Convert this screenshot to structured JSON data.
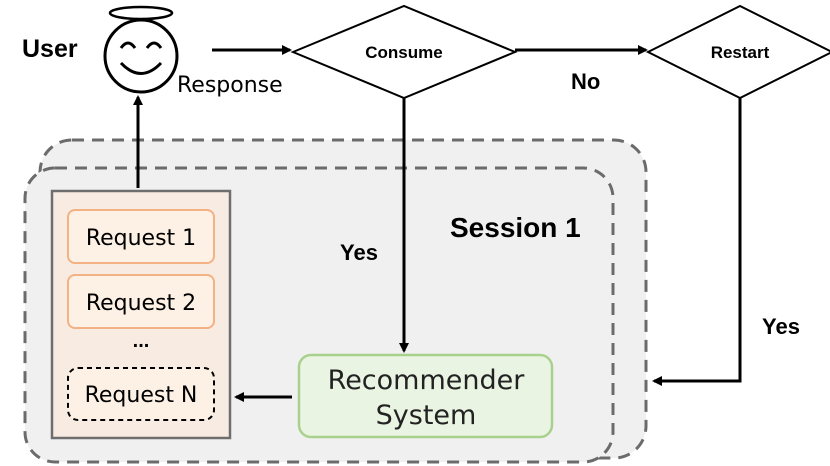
{
  "user": {
    "label": "User"
  },
  "edges": {
    "response_label": "Response",
    "no_label": "No",
    "yes_consume_label": "Yes",
    "yes_restart_label": "Yes"
  },
  "decisions": {
    "consume_label": "Consume",
    "restart_label": "Restart"
  },
  "session": {
    "label": "Session 1"
  },
  "requests": {
    "items": [
      "Request 1",
      "Request 2"
    ],
    "ellipsis": "...",
    "last": "Request N"
  },
  "recommender": {
    "line1": "Recommender",
    "line2": "System"
  },
  "colors": {
    "session_fill": "#f0f0f0",
    "session_stroke": "#6b6b6b",
    "request_fill": "#fdf1e6",
    "request_stroke": "#f4b183",
    "panel_fill": "#f8ebe2",
    "rec_fill": "#eaf4e2",
    "rec_stroke": "#a9d18e"
  }
}
